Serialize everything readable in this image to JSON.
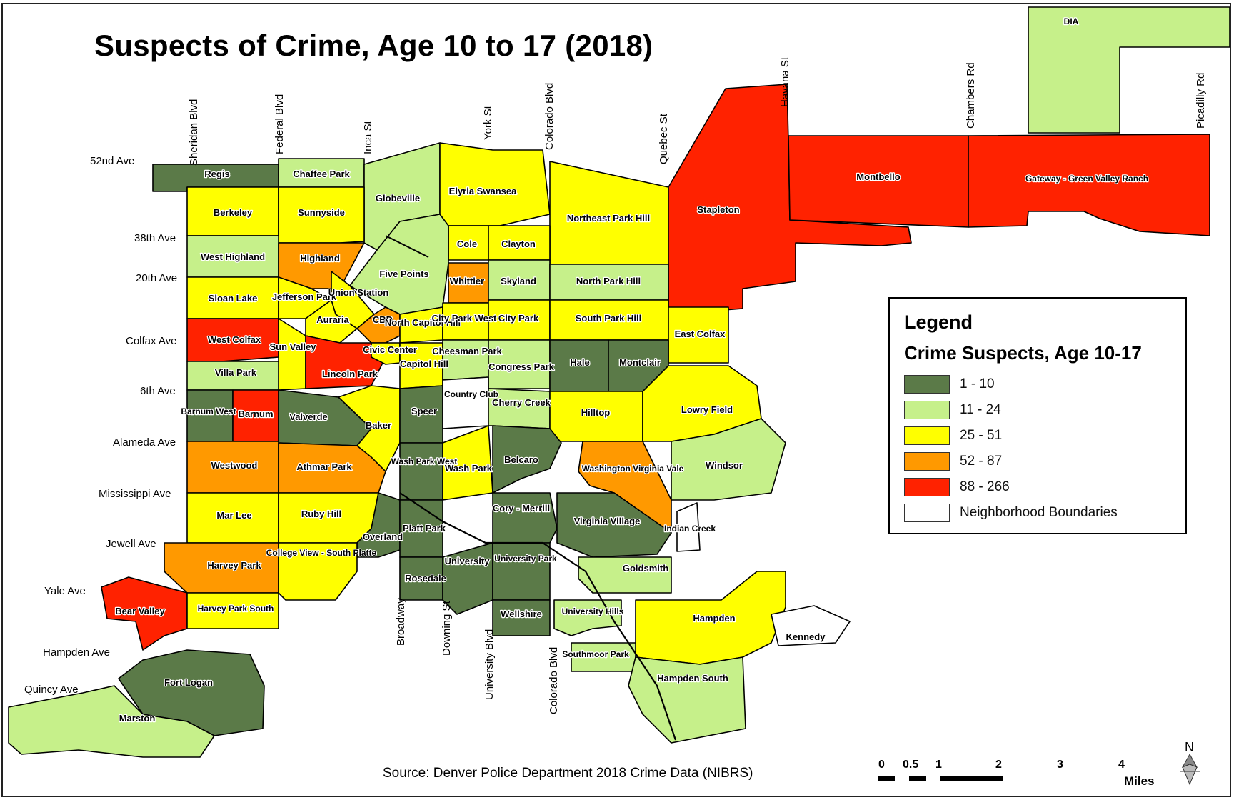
{
  "title": "Suspects of Crime, Age 10 to 17 (2018)",
  "source": "Source: Denver Police Department 2018 Crime Data (NIBRS)",
  "legend": {
    "heading": "Legend",
    "subtitle": "Crime Suspects, Age 10-17",
    "classes": [
      {
        "label": "1 - 10",
        "color": "#5b7a48"
      },
      {
        "label": "11 - 24",
        "color": "#c6f08a"
      },
      {
        "label": "25 - 51",
        "color": "#ffff00"
      },
      {
        "label": "52 - 87",
        "color": "#ff9900"
      },
      {
        "label": "88 - 266",
        "color": "#ff2200"
      },
      {
        "label": "Neighborhood Boundaries",
        "color": "#ffffff"
      }
    ]
  },
  "scale": {
    "ticks": [
      "0",
      "0.5",
      "1",
      "2",
      "3",
      "4"
    ],
    "unit": "Miles"
  },
  "north_label": "N",
  "streets": {
    "avenues": [
      "52nd Ave",
      "38th Ave",
      "20th Ave",
      "Colfax Ave",
      "6th Ave",
      "Alameda Ave",
      "Mississippi Ave",
      "Jewell Ave",
      "Yale Ave",
      "Hampden Ave",
      "Quincy Ave"
    ],
    "top": [
      "Sheridan Blvd",
      "Federal Blvd",
      "Inca St",
      "York St",
      "Colorado Blvd",
      "Quebec St",
      "Havana St",
      "Chambers Rd",
      "Picadilly Rd"
    ],
    "bottom": [
      "Broadway",
      "Downing St",
      "University Blvd",
      "Colorado Blvd"
    ]
  },
  "neighborhoods": [
    {
      "name": "DIA",
      "class": 1
    },
    {
      "name": "Regis",
      "class": 0
    },
    {
      "name": "Chaffee Park",
      "class": 1
    },
    {
      "name": "Globeville",
      "class": 1
    },
    {
      "name": "Elyria Swansea",
      "class": 2
    },
    {
      "name": "Northeast Park Hill",
      "class": 2
    },
    {
      "name": "Stapleton",
      "class": 4
    },
    {
      "name": "Montbello",
      "class": 4
    },
    {
      "name": "Gateway - Green Valley Ranch",
      "class": 4
    },
    {
      "name": "Berkeley",
      "class": 2
    },
    {
      "name": "Sunnyside",
      "class": 2
    },
    {
      "name": "West Highland",
      "class": 1
    },
    {
      "name": "Highland",
      "class": 3
    },
    {
      "name": "Cole",
      "class": 2
    },
    {
      "name": "Clayton",
      "class": 2
    },
    {
      "name": "Five Points",
      "class": 1
    },
    {
      "name": "Whittier",
      "class": 3
    },
    {
      "name": "Skyland",
      "class": 1
    },
    {
      "name": "North Park Hill",
      "class": 1
    },
    {
      "name": "Sloan Lake",
      "class": 2
    },
    {
      "name": "Jefferson Park",
      "class": 2
    },
    {
      "name": "Union Station",
      "class": 2
    },
    {
      "name": "Auraria",
      "class": 2
    },
    {
      "name": "CBD",
      "class": 3
    },
    {
      "name": "North Capitol Hill",
      "class": 2
    },
    {
      "name": "City Park West",
      "class": 2
    },
    {
      "name": "City Park",
      "class": 2
    },
    {
      "name": "South Park Hill",
      "class": 2
    },
    {
      "name": "East Colfax",
      "class": 2
    },
    {
      "name": "West Colfax",
      "class": 4
    },
    {
      "name": "Sun Valley",
      "class": 2
    },
    {
      "name": "Lincoln Park",
      "class": 4
    },
    {
      "name": "Civic Center",
      "class": 2
    },
    {
      "name": "Capitol Hill",
      "class": 2
    },
    {
      "name": "Cheesman Park",
      "class": 1
    },
    {
      "name": "Congress Park",
      "class": 1
    },
    {
      "name": "Hale",
      "class": 0
    },
    {
      "name": "Montclair",
      "class": 0
    },
    {
      "name": "Villa Park",
      "class": 1
    },
    {
      "name": "Barnum West",
      "class": 0
    },
    {
      "name": "Barnum",
      "class": 4
    },
    {
      "name": "Valverde",
      "class": 0
    },
    {
      "name": "Baker",
      "class": 2
    },
    {
      "name": "Speer",
      "class": 0
    },
    {
      "name": "Country Club",
      "class": 5
    },
    {
      "name": "Cherry Creek",
      "class": 1
    },
    {
      "name": "Hilltop",
      "class": 2
    },
    {
      "name": "Lowry Field",
      "class": 2
    },
    {
      "name": "Westwood",
      "class": 3
    },
    {
      "name": "Athmar Park",
      "class": 3
    },
    {
      "name": "Wash Park West",
      "class": 0
    },
    {
      "name": "Wash Park",
      "class": 2
    },
    {
      "name": "Belcaro",
      "class": 0
    },
    {
      "name": "Washington Virginia Vale",
      "class": 3
    },
    {
      "name": "Windsor",
      "class": 1
    },
    {
      "name": "Mar Lee",
      "class": 2
    },
    {
      "name": "Ruby Hill",
      "class": 2
    },
    {
      "name": "Overland",
      "class": 0
    },
    {
      "name": "Platt Park",
      "class": 0
    },
    {
      "name": "Cory - Merrill",
      "class": 0
    },
    {
      "name": "Virginia Village",
      "class": 0
    },
    {
      "name": "Indian Creek",
      "class": 5
    },
    {
      "name": "Harvey Park",
      "class": 3
    },
    {
      "name": "College View - South Platte",
      "class": 2
    },
    {
      "name": "Rosedale",
      "class": 0
    },
    {
      "name": "University",
      "class": 0
    },
    {
      "name": "University Park",
      "class": 0
    },
    {
      "name": "Goldsmith",
      "class": 1
    },
    {
      "name": "Bear Valley",
      "class": 4
    },
    {
      "name": "Harvey Park South",
      "class": 2
    },
    {
      "name": "Wellshire",
      "class": 0
    },
    {
      "name": "University Hills",
      "class": 1
    },
    {
      "name": "Hampden",
      "class": 2
    },
    {
      "name": "Kennedy",
      "class": 5
    },
    {
      "name": "Southmoor Park",
      "class": 1
    },
    {
      "name": "Hampden South",
      "class": 1
    },
    {
      "name": "Fort Logan",
      "class": 0
    },
    {
      "name": "Marston",
      "class": 1
    }
  ]
}
